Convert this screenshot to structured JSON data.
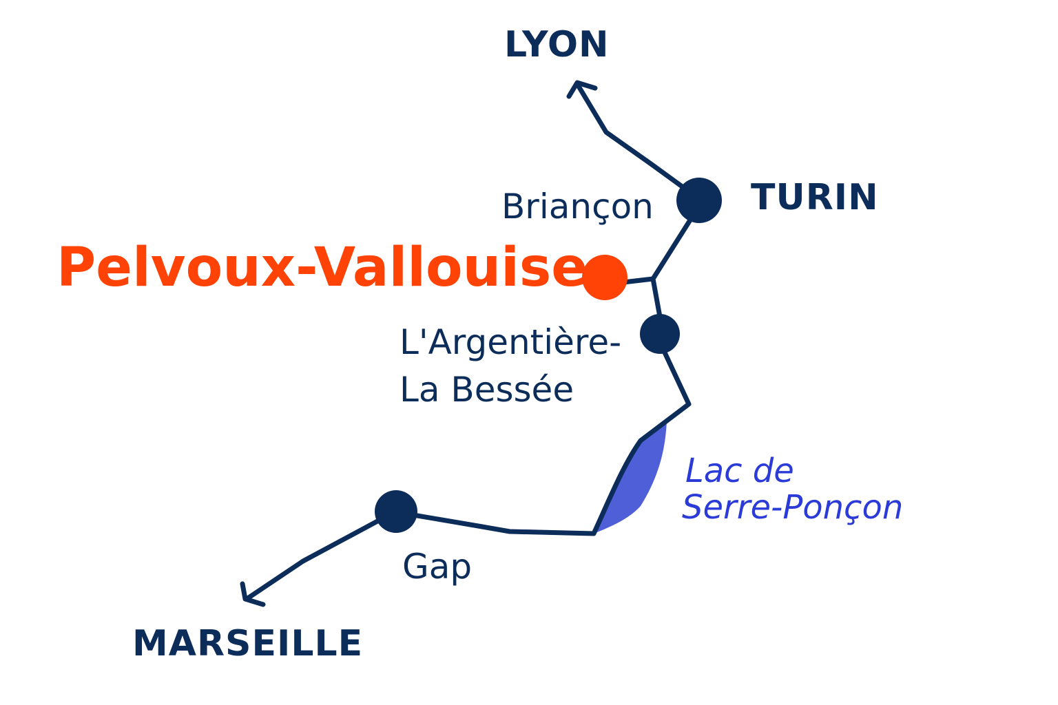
{
  "colors": {
    "route": "#0c2c5a",
    "highlight": "#ff4306",
    "lake_fill": "#4f5fd8",
    "lake_text": "#2b3bd8"
  },
  "destinations": {
    "north": "LYON",
    "east": "TURIN",
    "south": "MARSEILLE"
  },
  "towns": {
    "briancon": "Briançon",
    "argentiere_line1": "L'Argentière-",
    "argentiere_line2": "La Bessée",
    "gap": "Gap"
  },
  "highlight": {
    "name": "Pelvoux-Vallouise"
  },
  "lake": {
    "line1": "Lac de",
    "line2": "Serre-Ponçon"
  }
}
